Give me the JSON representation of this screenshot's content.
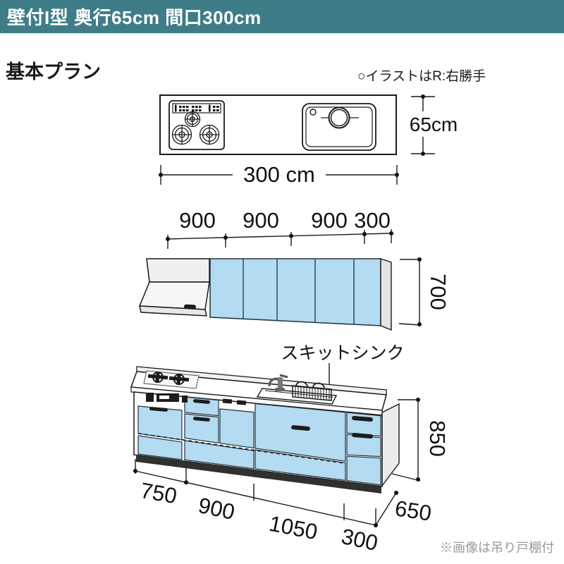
{
  "header": {
    "title": "壁付I型 奥行65cm 間口300cm"
  },
  "plan": {
    "heading": "基本プラン",
    "handedness_note": "○イラストはR:右勝手",
    "dims": {
      "top_width": "300 cm",
      "top_depth": "65cm",
      "wall": [
        "900",
        "900",
        "900",
        "300"
      ],
      "wall_height": "700",
      "base": [
        "750",
        "900",
        "1050",
        "300"
      ],
      "base_depth": "650",
      "base_height": "850"
    },
    "sink_label": "スキットシンク",
    "footnote": "※画像は吊り戸棚付"
  },
  "colors": {
    "accent_teal": "#3e7d87",
    "cabinet_blue": "#b3dbf2",
    "line_dark": "#1a1a1a",
    "note_gray": "#9a9a9a"
  }
}
